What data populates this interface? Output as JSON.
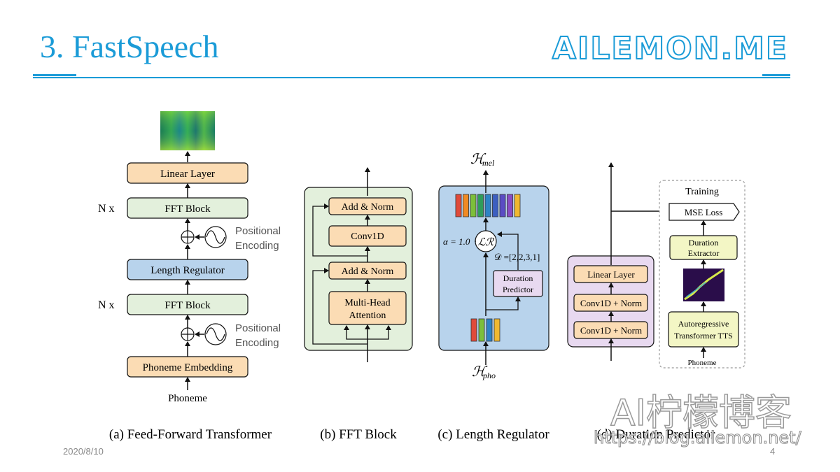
{
  "slide": {
    "title": "3. FastSpeech",
    "brand": "AILEMON.ME",
    "date": "2020/8/10",
    "page": "4",
    "watermark_title": "AI柠檬博客",
    "watermark_url": "https://blog.ailemon.net/"
  },
  "panel_a": {
    "caption": "(a) Feed-Forward Transformer",
    "linear_layer": "Linear Layer",
    "fft_block_top": "FFT Block",
    "fft_block_bottom": "FFT Block",
    "repeat_top": "N x",
    "repeat_bottom": "N x",
    "positional_1": "Positional",
    "encoding_1": "Encoding",
    "positional_2": "Positional",
    "encoding_2": "Encoding",
    "length_regulator": "Length Regulator",
    "phoneme_embedding": "Phoneme Embedding",
    "input": "Phoneme"
  },
  "panel_b": {
    "caption": "(b) FFT Block",
    "add_norm_top": "Add & Norm",
    "conv1d": "Conv1D",
    "add_norm_bottom": "Add & Norm",
    "attn_line1": "Multi-Head",
    "attn_line2": "Attention"
  },
  "panel_c": {
    "caption": "(c) Length Regulator",
    "h_mel": "ℋ",
    "h_mel_sub": "mel",
    "h_pho": "ℋ",
    "h_pho_sub": "pho",
    "alpha": "α = 1.0",
    "lr_symbol": "ℒℛ",
    "durations": "𝒟 =[2,2,3,1]",
    "dp_line1": "Duration",
    "dp_line2": "Predictor"
  },
  "panel_d": {
    "caption": "(d) Duration Predictor",
    "linear_layer": "Linear Layer",
    "conv_top": "Conv1D + Norm",
    "conv_bottom": "Conv1D + Norm",
    "training": "Training",
    "mse_loss": "MSE Loss",
    "extractor_line1": "Duration",
    "extractor_line2": "Extractor",
    "tts_line1": "Autoregressive",
    "tts_line2": "Transformer TTS",
    "tts_input": "Phoneme"
  },
  "colors": {
    "accent": "#1a9bd7",
    "orange_box": "#fbdcb4",
    "green_box": "#e3f0dc",
    "blue_box": "#b8d3ec",
    "lilac_box": "#e8d9f0",
    "yellow_box": "#f3f6c5",
    "mel_bars": [
      "#e04a3a",
      "#f08a24",
      "#7cbf3a",
      "#2f9c5a",
      "#2d83c4",
      "#3c5fc0",
      "#5a4cc4",
      "#8a4cc4",
      "#f0b830"
    ],
    "pho_bars": [
      "#e04a3a",
      "#7cbf3a",
      "#2d83c4",
      "#f0b830"
    ]
  }
}
